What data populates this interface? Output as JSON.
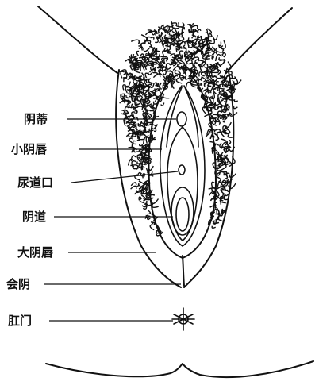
{
  "labels": {
    "clitoris": "阴蒂",
    "labia_minora": "小阴唇",
    "urethral_opening": "尿道口",
    "vagina": "阴道",
    "labia_majora": "大阴唇",
    "perineum": "会阴",
    "anus": "肛门"
  },
  "colors": {
    "ink": "#111111",
    "background": "#ffffff"
  }
}
